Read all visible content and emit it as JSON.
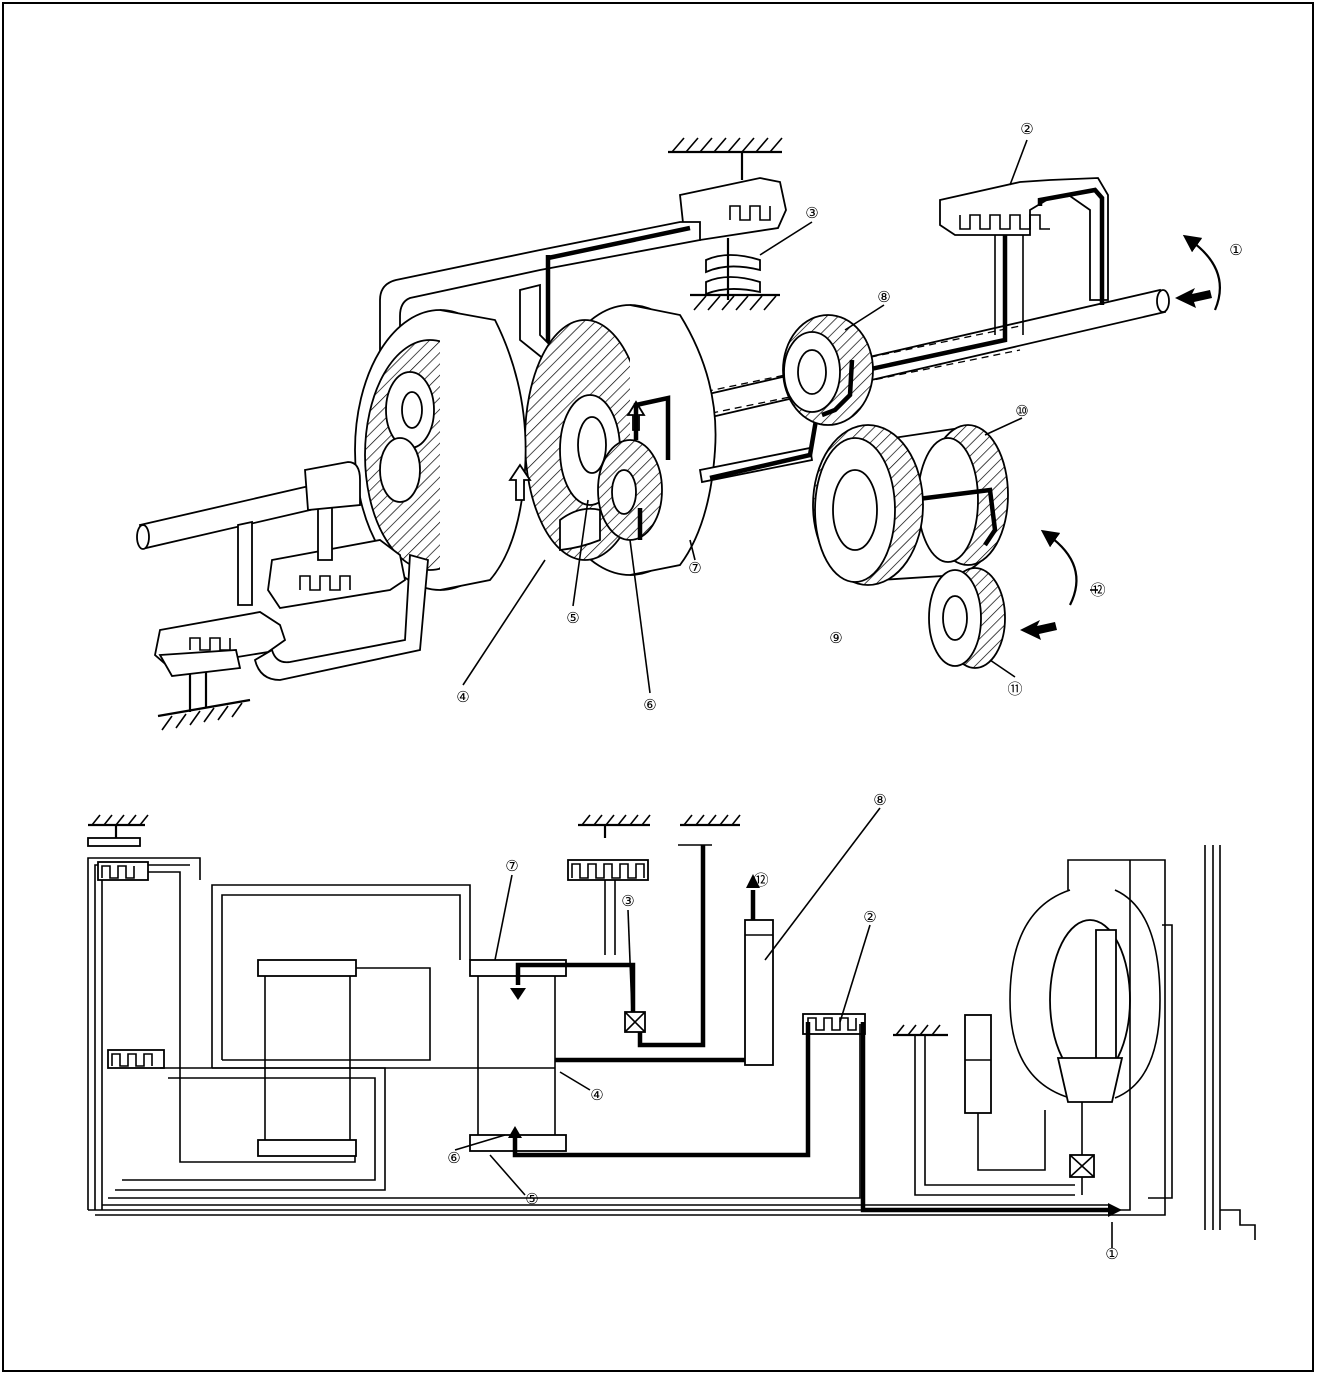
{
  "callouts": {
    "c1": "①",
    "c2": "②",
    "c3": "③",
    "c4": "④",
    "c5": "⑤",
    "c6": "⑥",
    "c7": "⑦",
    "c8": "⑧",
    "c9": "⑨",
    "c10": "⑩",
    "c11": "⑪",
    "c12": "⑫"
  },
  "colors": {
    "line": "#000000",
    "background": "#ffffff"
  }
}
